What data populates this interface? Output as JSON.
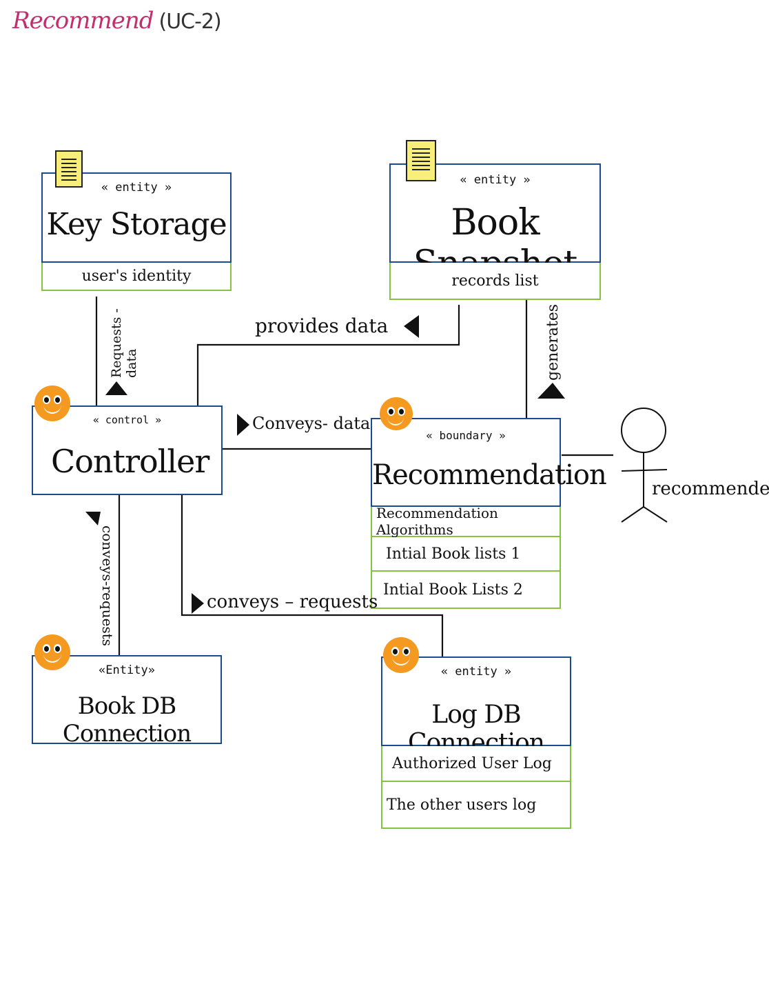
{
  "title": {
    "main": "Recommend",
    "sub": "(UC-2)"
  },
  "title_color": "#c0306e",
  "colors": {
    "class_border": "#1b4b8f",
    "attribute_border": "#86c240",
    "note_icon": "#f8ee7a",
    "smiley": "#f49a20"
  },
  "classes": {
    "key_storage": {
      "stereotype": "« entity »",
      "name": "Key Storage",
      "icon": "note-icon",
      "attributes": [
        "user's  identity"
      ]
    },
    "book_snapshot": {
      "stereotype": "« entity »",
      "name": "Book Snapshot",
      "icon": "note-icon",
      "attributes": [
        "records  list"
      ]
    },
    "controller": {
      "stereotype": "« control »",
      "name": "Controller",
      "icon": "smiley-icon",
      "attributes": []
    },
    "recommendation": {
      "stereotype": "« boundary »",
      "name": "Recommendation",
      "icon": "smiley-icon",
      "attributes": [
        "Recommendation Algorithms",
        "Intial  Book  lists 1",
        "Intial  Book  Lists 2"
      ]
    },
    "book_db": {
      "stereotype": "«Entity»",
      "name": "Book DB Connection",
      "icon": "smiley-icon",
      "attributes": []
    },
    "log_db": {
      "stereotype": "« entity »",
      "name": "Log  DB  Connection",
      "icon": "smiley-icon",
      "attributes": [
        "Authorized  User  Log",
        "The  other  users  log"
      ]
    }
  },
  "actor": {
    "name": "recommender",
    "icon": "stick-figure-icon"
  },
  "associations": {
    "requests_data": "Requests -data",
    "provides_data": "provides  data",
    "generates": "generates",
    "conveys_data": "Conveys- data",
    "conveys_requests_vertical": "conveys-requests",
    "conveys_requests_horizontal": "conveys – requests"
  }
}
